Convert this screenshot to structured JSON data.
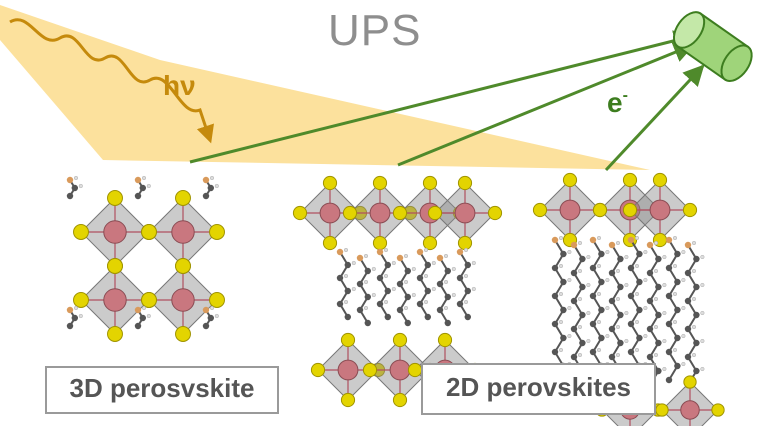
{
  "labels": {
    "technique": "UPS",
    "photon": "hν",
    "electron": "e",
    "electron_charge": "-",
    "structure_3d": "3D perosvskite",
    "structure_2d": "2D perovskites"
  },
  "colors": {
    "light_beam": "#fbdc8c",
    "photon_wave": "#c58a0c",
    "electron_paths": "#4f8a2b",
    "detector_fill": "#9fd47a",
    "octahedron": "#8c8c8c",
    "metal_atom": "#c9777f",
    "halide_atom": "#e3d400",
    "carbon_atom": "#555555",
    "nitrogen_atom": "#d99a5b",
    "hydrogen_atom": "#dddddd",
    "label_gray": "#8e8e8e"
  },
  "icons": {
    "detector": "detector-cylinder-icon",
    "photon": "photon-wave-icon"
  }
}
